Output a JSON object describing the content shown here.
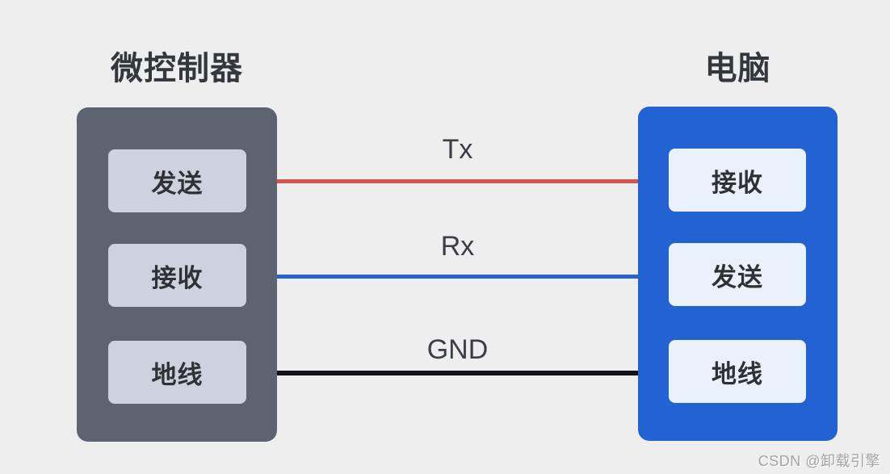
{
  "background_color": "#eeeeee",
  "left_device": {
    "title": "微控制器",
    "box_color": "#5d6370",
    "pin_color": "#ccd2de",
    "pins": [
      {
        "label": "发送"
      },
      {
        "label": "接收"
      },
      {
        "label": "地线"
      }
    ]
  },
  "right_device": {
    "title": "电脑",
    "box_color": "#2262d3",
    "pin_color": "#ebf1fb",
    "pins": [
      {
        "label": "接收"
      },
      {
        "label": "发送"
      },
      {
        "label": "地线"
      }
    ]
  },
  "wires": [
    {
      "label": "Tx",
      "color": "#d9534f"
    },
    {
      "label": "Rx",
      "color": "#2a62cc"
    },
    {
      "label": "GND",
      "color": "#121216"
    }
  ],
  "watermark": {
    "text": "CSDN @卸载引擎"
  }
}
